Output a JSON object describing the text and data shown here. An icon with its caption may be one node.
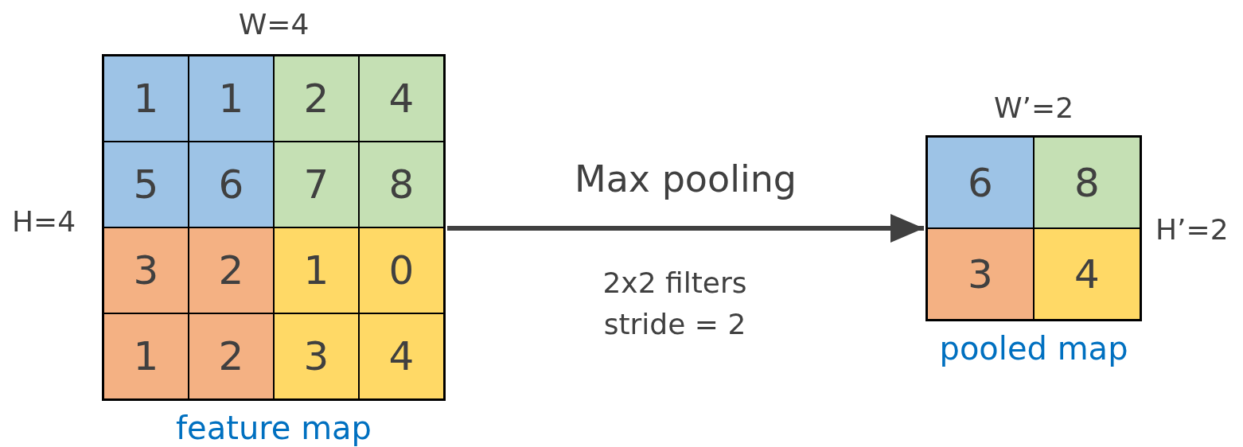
{
  "diagram": {
    "nodes": [
      {
        "text": [
          "1",
          "1",
          "2",
          "4",
          "5",
          "6",
          "7",
          "8",
          "3",
          "2",
          "1",
          "0",
          "1",
          "2",
          "3",
          "4"
        ],
        "beside": [
          "W=4",
          "H=4",
          "feature map"
        ]
      },
      {
        "text": [
          "6",
          "8",
          "3",
          "4"
        ],
        "beside": [
          "W’=2",
          "H’=2",
          "pooled map"
        ]
      }
    ],
    "edges": [
      {
        "from": 0,
        "to": 1,
        "arrow": "to",
        "label": "Max pooling"
      }
    ],
    "labels": [
      "2x2 filters stride = 2"
    ]
  }
}
